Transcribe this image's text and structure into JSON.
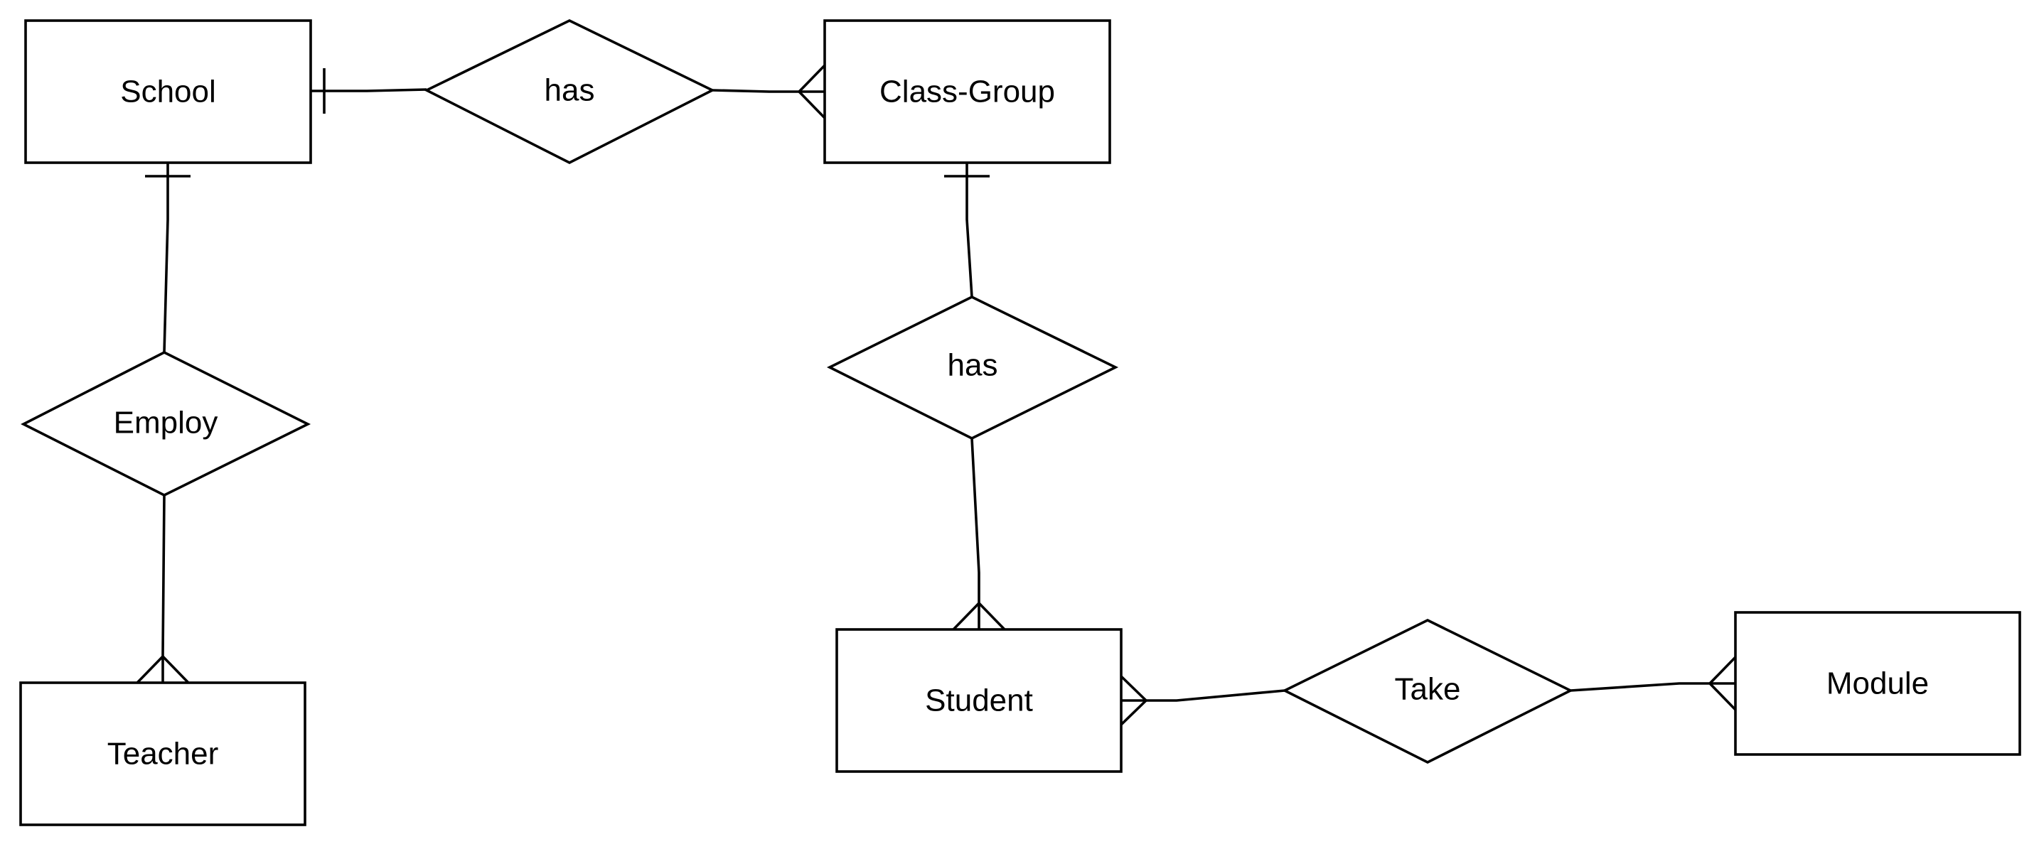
{
  "entities": {
    "school": "School",
    "class_group": "Class-Group",
    "teacher": "Teacher",
    "student": "Student",
    "module": "Module"
  },
  "relationships": {
    "school_class_group": "has",
    "class_group_student": "has",
    "school_teacher": "Employ",
    "student_module": "Take"
  },
  "cardinalities": {
    "school_has": "one",
    "has_class_group": "many",
    "school_employ": "one",
    "employ_teacher": "many",
    "class_group_has": "one",
    "has_student": "many",
    "student_take": "many",
    "take_module": "many"
  },
  "colors": {
    "stroke": "#000000",
    "fill": "#ffffff"
  }
}
